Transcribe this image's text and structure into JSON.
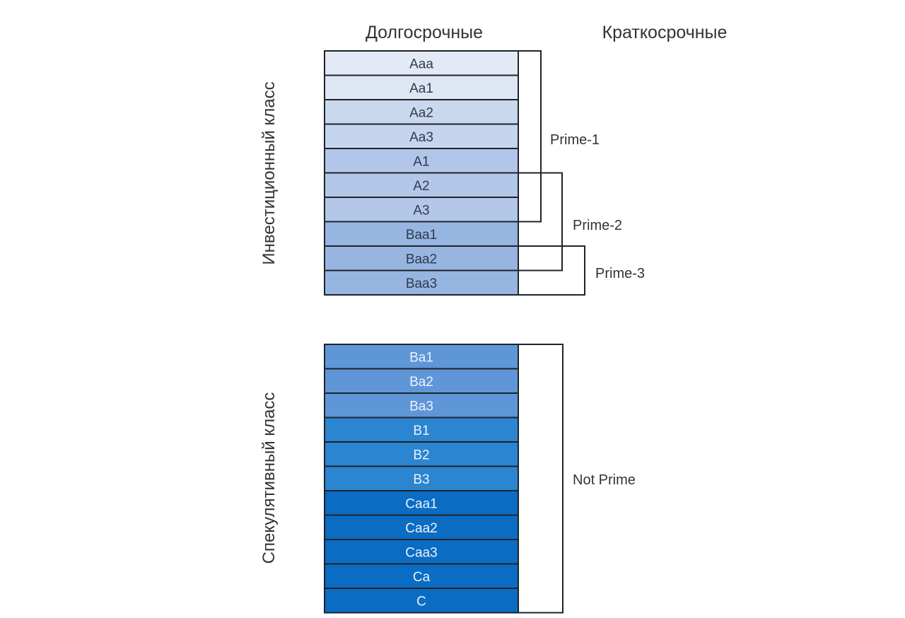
{
  "headers": {
    "long_term": "Долгосрочные",
    "short_term": "Краткосрочные"
  },
  "investment": {
    "title": "Инвестиционный класс",
    "ratings": [
      {
        "label": "Aaa",
        "color": "#e3e9f5"
      },
      {
        "label": "Aa1",
        "color": "#dfe6f3"
      },
      {
        "label": "Aa2",
        "color": "#cad8ee"
      },
      {
        "label": "Aa3",
        "color": "#c6d5ee"
      },
      {
        "label": "A1",
        "color": "#b1c6e8"
      },
      {
        "label": "A2",
        "color": "#b3c8e8"
      },
      {
        "label": "A3",
        "color": "#b3c8e8"
      },
      {
        "label": "Baa1",
        "color": "#97b5e1"
      },
      {
        "label": "Baa2",
        "color": "#97b5e1"
      },
      {
        "label": "Baa3",
        "color": "#97b5e1"
      }
    ],
    "short_term": [
      {
        "label": "Prime-1",
        "from": "Aaa",
        "to": "A3"
      },
      {
        "label": "Prime-2",
        "from": "A2",
        "to": "Baa2"
      },
      {
        "label": "Prime-3",
        "from": "Baa2",
        "to": "Baa3"
      }
    ]
  },
  "speculative": {
    "title": "Спекулятивный класс",
    "ratings": [
      {
        "label": "Ba1",
        "color": "#5f96d8"
      },
      {
        "label": "Ba2",
        "color": "#5f96d8"
      },
      {
        "label": "Ba3",
        "color": "#5f96d8"
      },
      {
        "label": "B1",
        "color": "#2b85d0"
      },
      {
        "label": "B2",
        "color": "#2b85d0"
      },
      {
        "label": "B3",
        "color": "#2b85d0"
      },
      {
        "label": "Caa1",
        "color": "#0b6cc3"
      },
      {
        "label": "Caa2",
        "color": "#0b6cc3"
      },
      {
        "label": "Caa3",
        "color": "#0b6cc3"
      },
      {
        "label": "Ca",
        "color": "#0b6cc3"
      },
      {
        "label": "C",
        "color": "#0b6cc3"
      }
    ],
    "short_term": [
      {
        "label": "Not Prime",
        "from": "Ba1",
        "to": "C"
      }
    ]
  },
  "text_colors": {
    "light_rows": "#2f3b4d",
    "dark_rows": "#eaf2fb",
    "border": "#1f2329"
  }
}
